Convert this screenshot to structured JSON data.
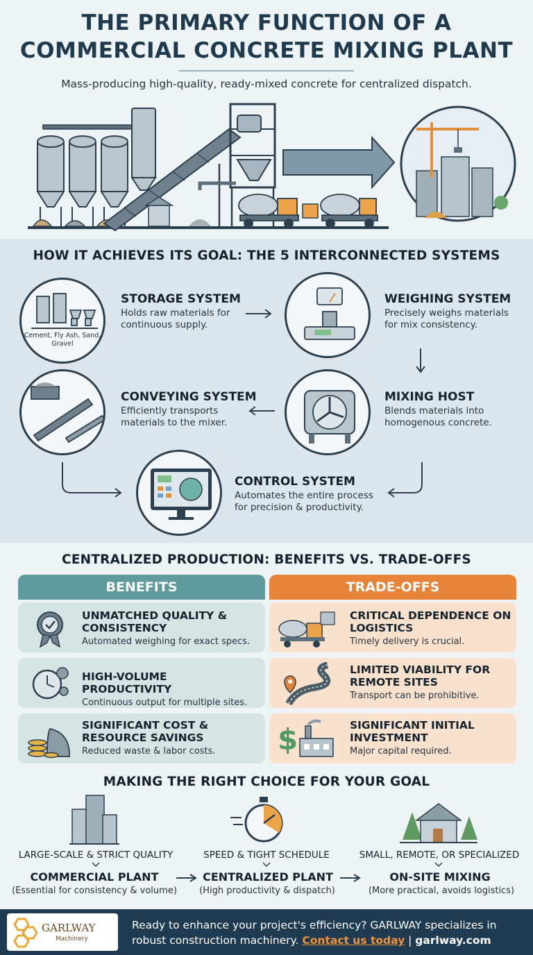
{
  "header": {
    "title_line1": "THE PRIMARY FUNCTION OF A",
    "title_line2": "COMMERCIAL CONCRETE MIXING PLANT",
    "subtitle": "Mass-producing high-quality, ready-mixed concrete for centralized dispatch."
  },
  "systems": {
    "heading": "HOW IT ACHIEVES ITS GOAL: THE 5 INTERCONNECTED SYSTEMS",
    "storage_materials": "Cement, Fly Ash, Sand, Gravel",
    "items": [
      {
        "title": "STORAGE SYSTEM",
        "desc": "Holds raw materials for continuous supply."
      },
      {
        "title": "WEIGHING SYSTEM",
        "desc": "Precisely weighs materials for mix consistency."
      },
      {
        "title": "CONVEYING SYSTEM",
        "desc": "Efficiently transports materials to the mixer."
      },
      {
        "title": "MIXING HOST",
        "desc": "Blends materials into homogenous concrete."
      },
      {
        "title": "CONTROL SYSTEM",
        "desc": "Automates the entire process for precision & productivity."
      }
    ]
  },
  "comparison": {
    "heading": "CENTRALIZED PRODUCTION: BENEFITS VS. TRADE-OFFS",
    "benefits_label": "BENEFITS",
    "tradeoffs_label": "TRADE-OFFS",
    "benefits": [
      {
        "title": "UNMATCHED QUALITY & CONSISTENCY",
        "desc": "Automated weighing for exact specs."
      },
      {
        "title": "HIGH-VOLUME PRODUCTIVITY",
        "desc": "Continuous output for multiple sites."
      },
      {
        "title": "SIGNIFICANT COST & RESOURCE SAVINGS",
        "desc": "Reduced waste & labor costs."
      }
    ],
    "tradeoffs": [
      {
        "title": "CRITICAL DEPENDENCE ON LOGISTICS",
        "desc": "Timely delivery is crucial."
      },
      {
        "title": "LIMITED VIABILITY FOR REMOTE SITES",
        "desc": "Transport can be prohibitive."
      },
      {
        "title": "SIGNIFICANT INITIAL INVESTMENT",
        "desc": "Major capital required."
      }
    ],
    "colors": {
      "benefits": "#5f9b9c",
      "tradeoffs": "#e8843a"
    }
  },
  "choice": {
    "heading": "MAKING THE RIGHT CHOICE FOR YOUR GOAL",
    "options": [
      {
        "label": "LARGE-SCALE & STRICT QUALITY",
        "title": "COMMERCIAL PLANT",
        "sub": "(Essential for consistency & volume)"
      },
      {
        "label": "SPEED & TIGHT SCHEDULE",
        "title": "CENTRALIZED PLANT",
        "sub": "(High productivity & dispatch)"
      },
      {
        "label": "SMALL, REMOTE, OR SPECIALIZED",
        "title": "ON-SITE MIXING",
        "sub": "(More practical, avoids logistics)"
      }
    ]
  },
  "footer": {
    "brand": "GARLWAY",
    "brand_sub": "Machinery",
    "text_before": "Ready to enhance your project's efficiency? GARLWAY specializes in robust construction machinery. ",
    "contact": "Contact us today",
    "separator": " | ",
    "site": "garlway.com"
  }
}
